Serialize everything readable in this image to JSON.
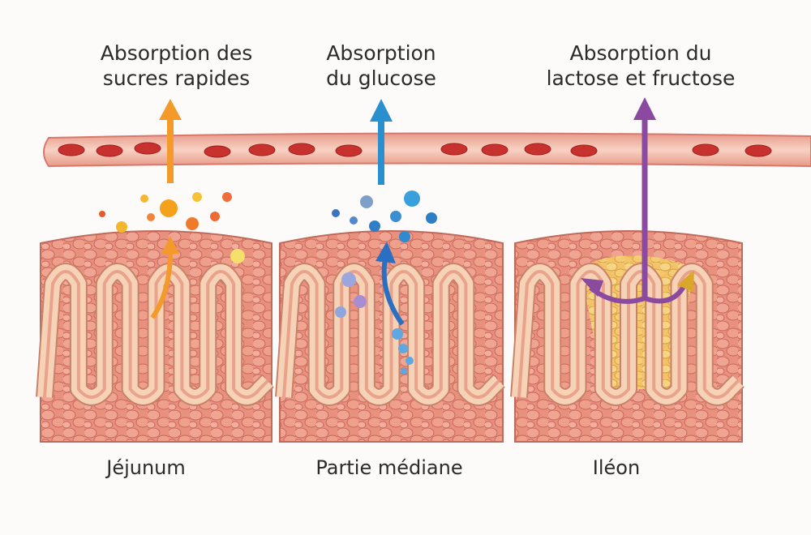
{
  "title_labels": [
    {
      "line1": "Absorption des",
      "line2": "sucres rapides"
    },
    {
      "line1": "Absorption",
      "line2": "du glucose"
    },
    {
      "line1": "Absorption du",
      "line2": "lactose et fructose"
    }
  ],
  "section_labels": [
    "Jéjunum",
    "Partie médiane",
    "Iléon"
  ],
  "colors": {
    "jejunum_arrow": "#f39a2a",
    "median_arrow": "#2a8fce",
    "ileon_arrow": "#8a4aa0",
    "blood_vessel": "#f2b9a8",
    "red_cell": "#c8322e",
    "villi": "#f6d3b6",
    "tissue": "#e99a86"
  }
}
